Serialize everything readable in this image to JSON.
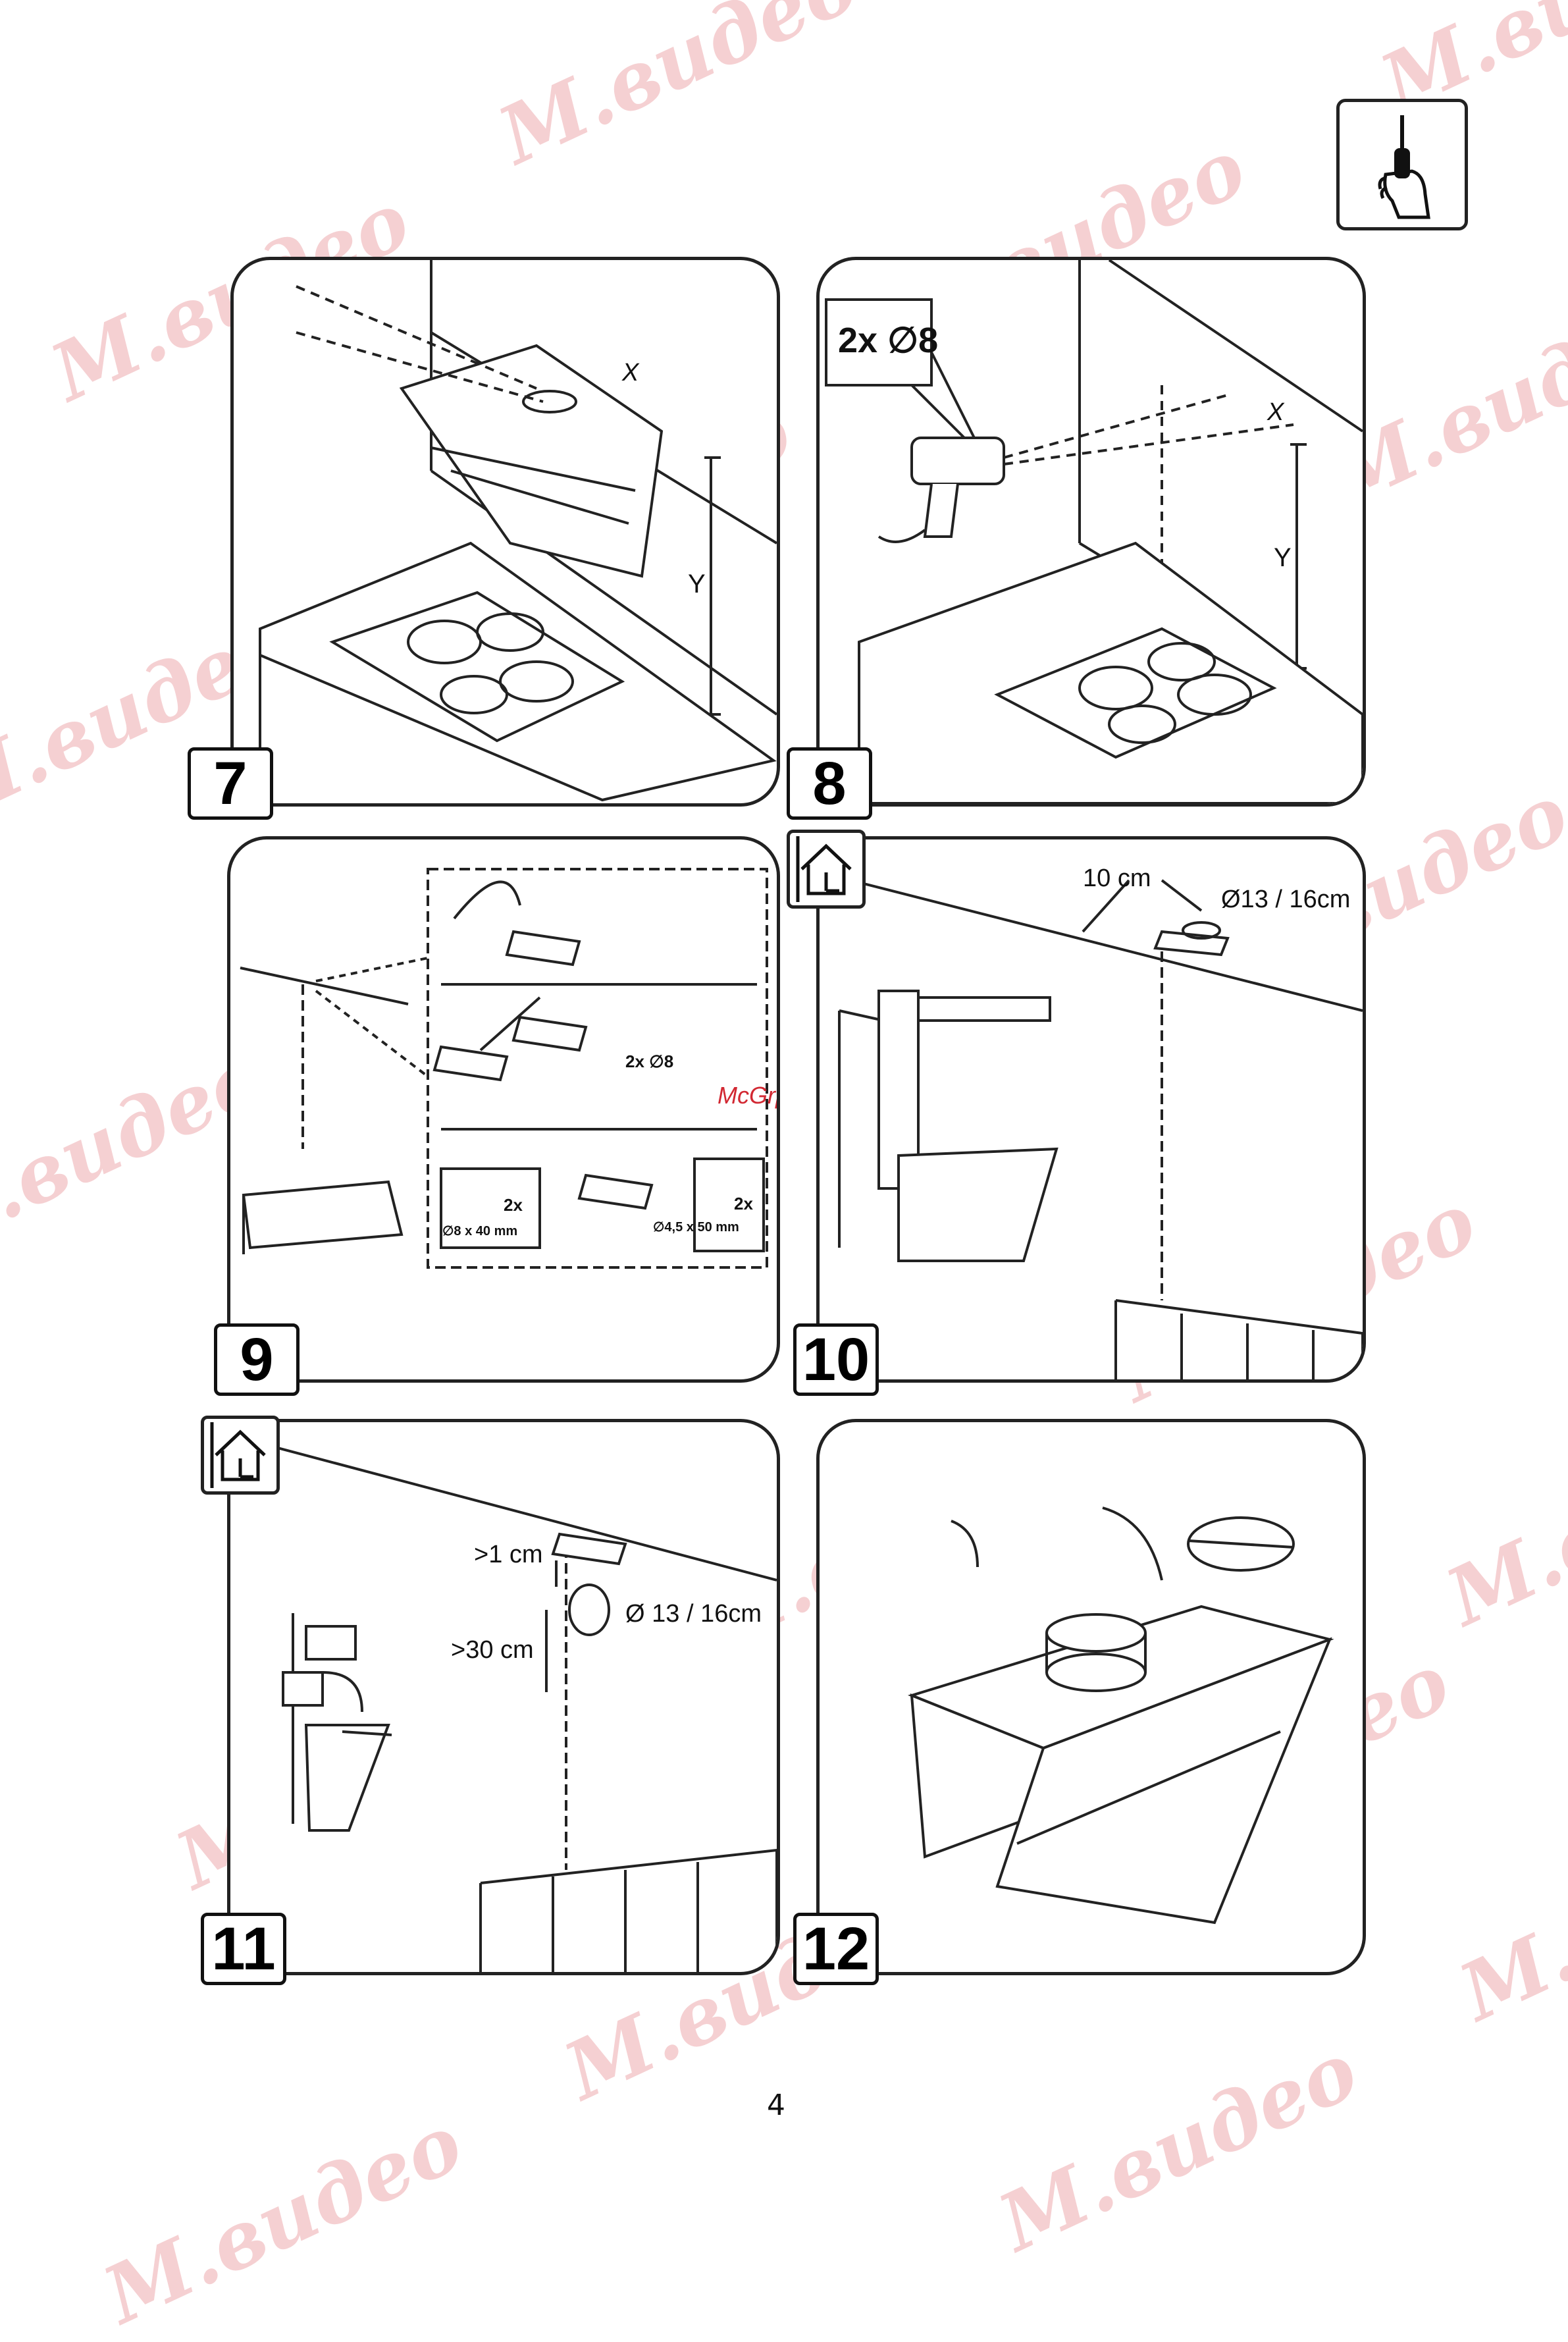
{
  "steps": {
    "s7": "7",
    "s8": "8",
    "s9": "9",
    "s10": "10",
    "s11": "11",
    "s12": "12"
  },
  "labels": {
    "p7_y": "Y",
    "p7_x": "X",
    "p8_drill": "2x ∅8",
    "p8_y": "Y",
    "p8_x": "X",
    "p9_drill": "2x ∅8",
    "p9_left_qty": "2x",
    "p9_left_size": "∅8 x 40 mm",
    "p9_right_qty": "2x",
    "p9_right_size": "∅4,5 x 50 mm",
    "p9_source": "McGrp.Ru",
    "p10_dist": "10 cm",
    "p10_dia": "Ø13 / 16cm",
    "p11_gap": ">1 cm",
    "p11_dia": "Ø 13 / 16cm",
    "p11_dist": ">30 cm"
  },
  "watermark": "М.видео",
  "page_number": "4",
  "colors": {
    "line": "#222222",
    "watermark": "#d22832"
  }
}
